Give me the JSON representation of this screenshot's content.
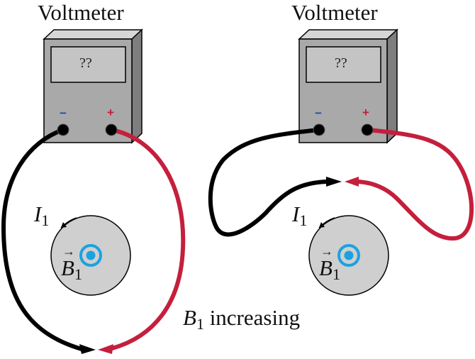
{
  "meters": [
    {
      "title": "Voltmeter",
      "reading": "??",
      "neg_label": "−",
      "pos_label": "+"
    },
    {
      "title": "Voltmeter",
      "reading": "??",
      "neg_label": "−",
      "pos_label": "+"
    }
  ],
  "current_label": {
    "symbol": "I",
    "subscript": "1"
  },
  "field_label": {
    "symbol": "B",
    "subscript": "1",
    "arrow": "→"
  },
  "caption": {
    "symbol": "B",
    "subscript": "1",
    "text": " increasing"
  },
  "colors": {
    "negative_wire": "#000000",
    "positive_wire": "#c41f3c",
    "negative_terminal_label": "#1b4fa8",
    "positive_terminal_label": "#c41f3c",
    "meter_body": "#a9a9a9",
    "meter_screen": "#c4c4c4",
    "solenoid_region": "#cfcfcf",
    "field_symbol": "#1aa3e0"
  }
}
